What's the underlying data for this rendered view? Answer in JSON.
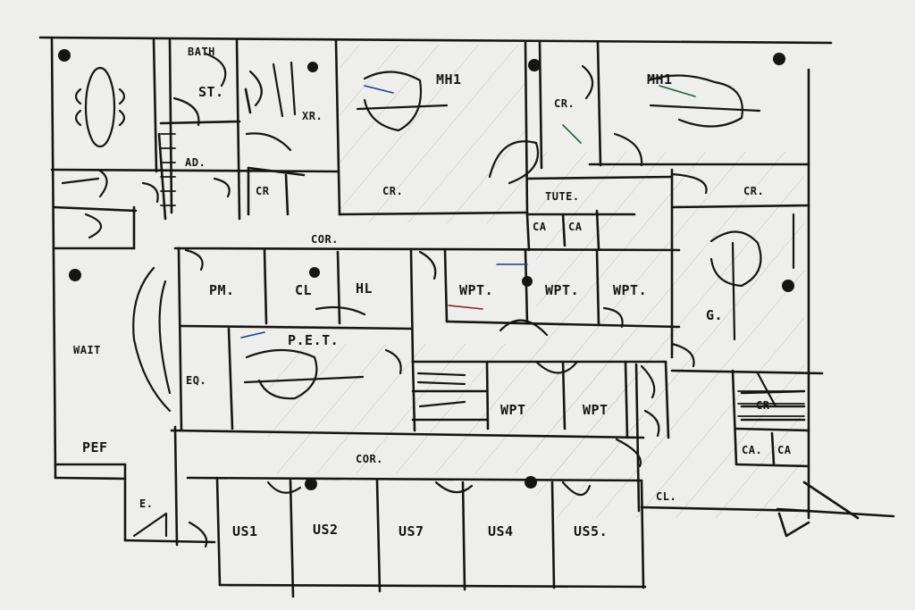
{
  "colors": {
    "paper": "#eeeeec",
    "ink": "#151515",
    "hatch": "#b7b7b4",
    "accent_blue": "#1a3f8c",
    "accent_green": "#245f3a",
    "accent_red": "#8a2020"
  },
  "rooms": {
    "bath": "BATH",
    "st": "ST.",
    "ad": "AD.",
    "cr_small": "CR",
    "xr": "XR.",
    "mh1_left": "MH1",
    "mh1_right": "MH1",
    "cr_top": "CR.",
    "cr_mid": "CR.",
    "tute": "TUTE.",
    "cr_right": "CR.",
    "cor_top": "COR.",
    "ca1": "CA",
    "ca2": "CA",
    "pm": "PM.",
    "cl": "CL",
    "hl": "HL",
    "wpt1": "WPT.",
    "wpt2": "WPT.",
    "wpt3": "WPT.",
    "g": "G.",
    "wait": "WAIT",
    "pet": "P.E.T.",
    "eq": "EQ.",
    "wpt4": "WPT",
    "wpt5": "WPT",
    "cr_lower": "CR",
    "ca3": "CA.",
    "ca4": "CA",
    "pef": "PEF",
    "cor_bottom": "COR.",
    "e": "E.",
    "us1": "US1",
    "us2": "US2",
    "us3": "US7",
    "us4": "US4",
    "us5": "US5.",
    "cl_bottom": "CL."
  }
}
